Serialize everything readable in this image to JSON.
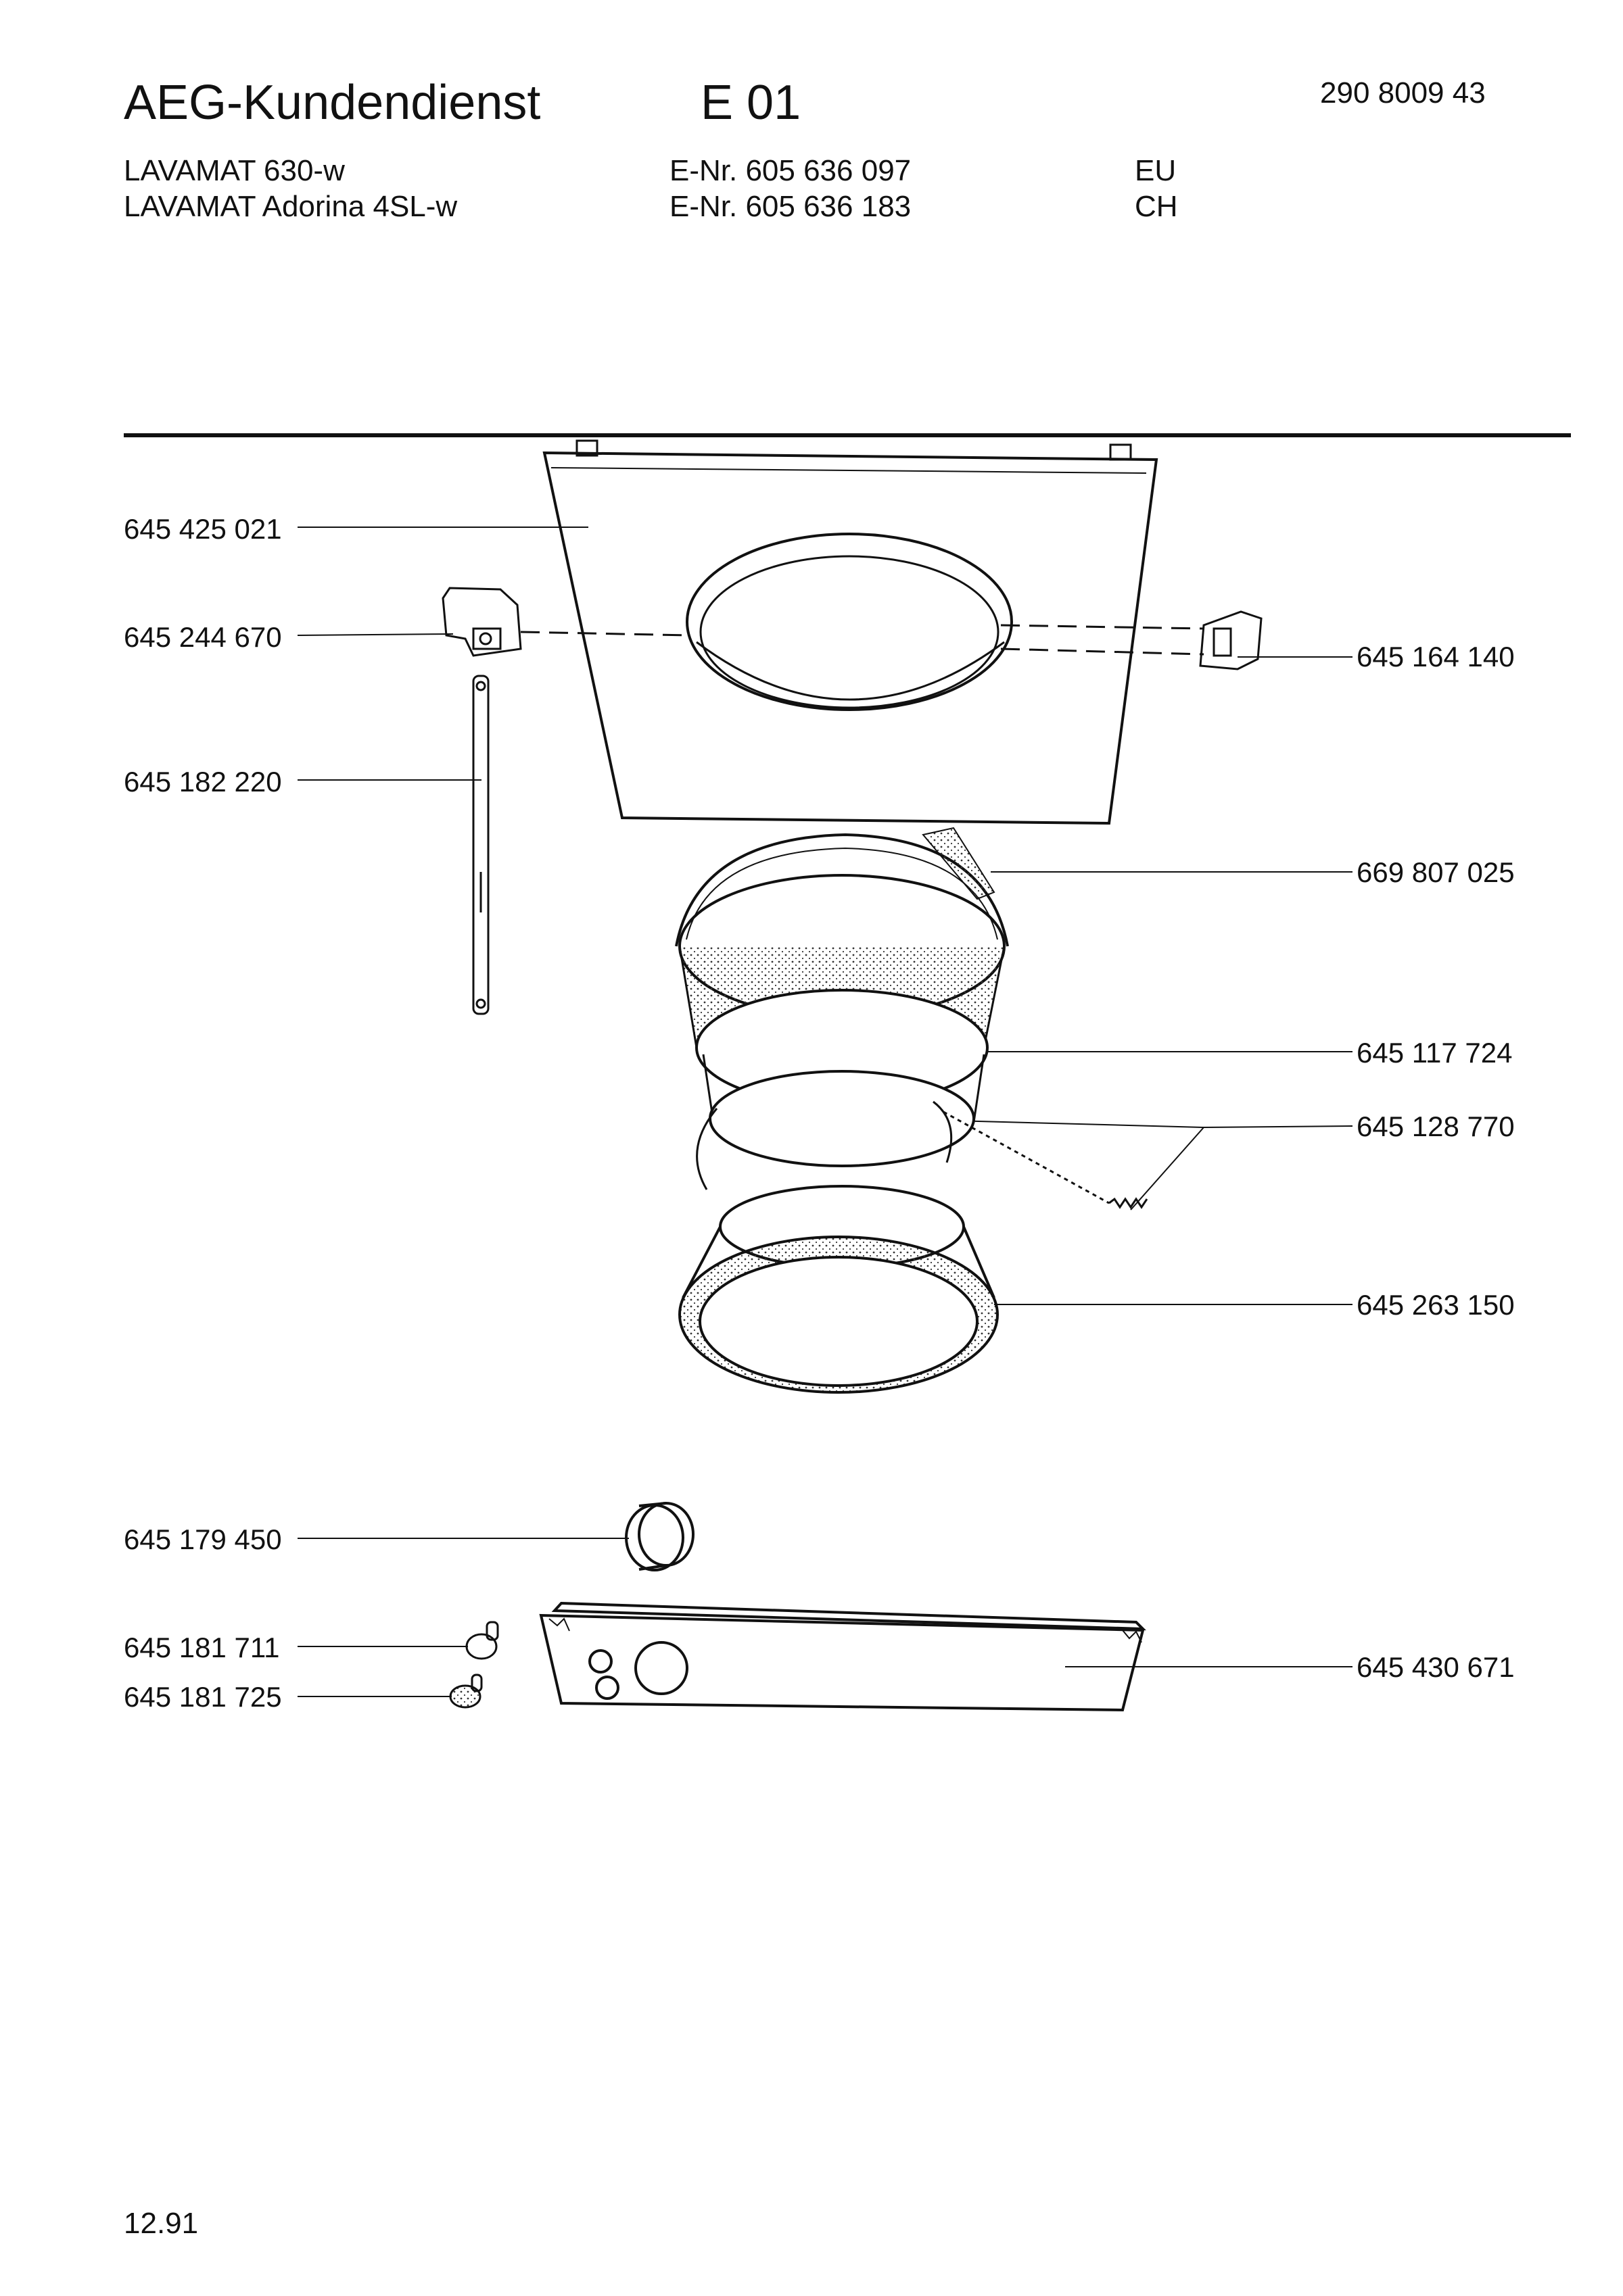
{
  "header": {
    "title": "AEG-Kundendienst",
    "section": "E 01",
    "doc_number": "290 8009 43"
  },
  "models": [
    {
      "name": "LAVAMAT 630-w",
      "enr": "E-Nr. 605 636 097",
      "region": "EU"
    },
    {
      "name": "LAVAMAT Adorina 4SL-w",
      "enr": "E-Nr. 605 636 183",
      "region": "CH"
    }
  ],
  "parts": {
    "front_panel": "645 425 021",
    "door_hinge_left": "645 244 670",
    "door_lock": "645 164 140",
    "hinge_bar": "645 182 220",
    "clamp_band": "669 807 025",
    "door_seal": "645 117 724",
    "spring_wire": "645 128 770",
    "door_funnel": "645 263 150",
    "drain_cap": "645 179 450",
    "knob_1": "645 181 711",
    "knob_2": "645 181 725",
    "plinth_panel": "645 430 671"
  },
  "footer": {
    "date": "12.91"
  }
}
